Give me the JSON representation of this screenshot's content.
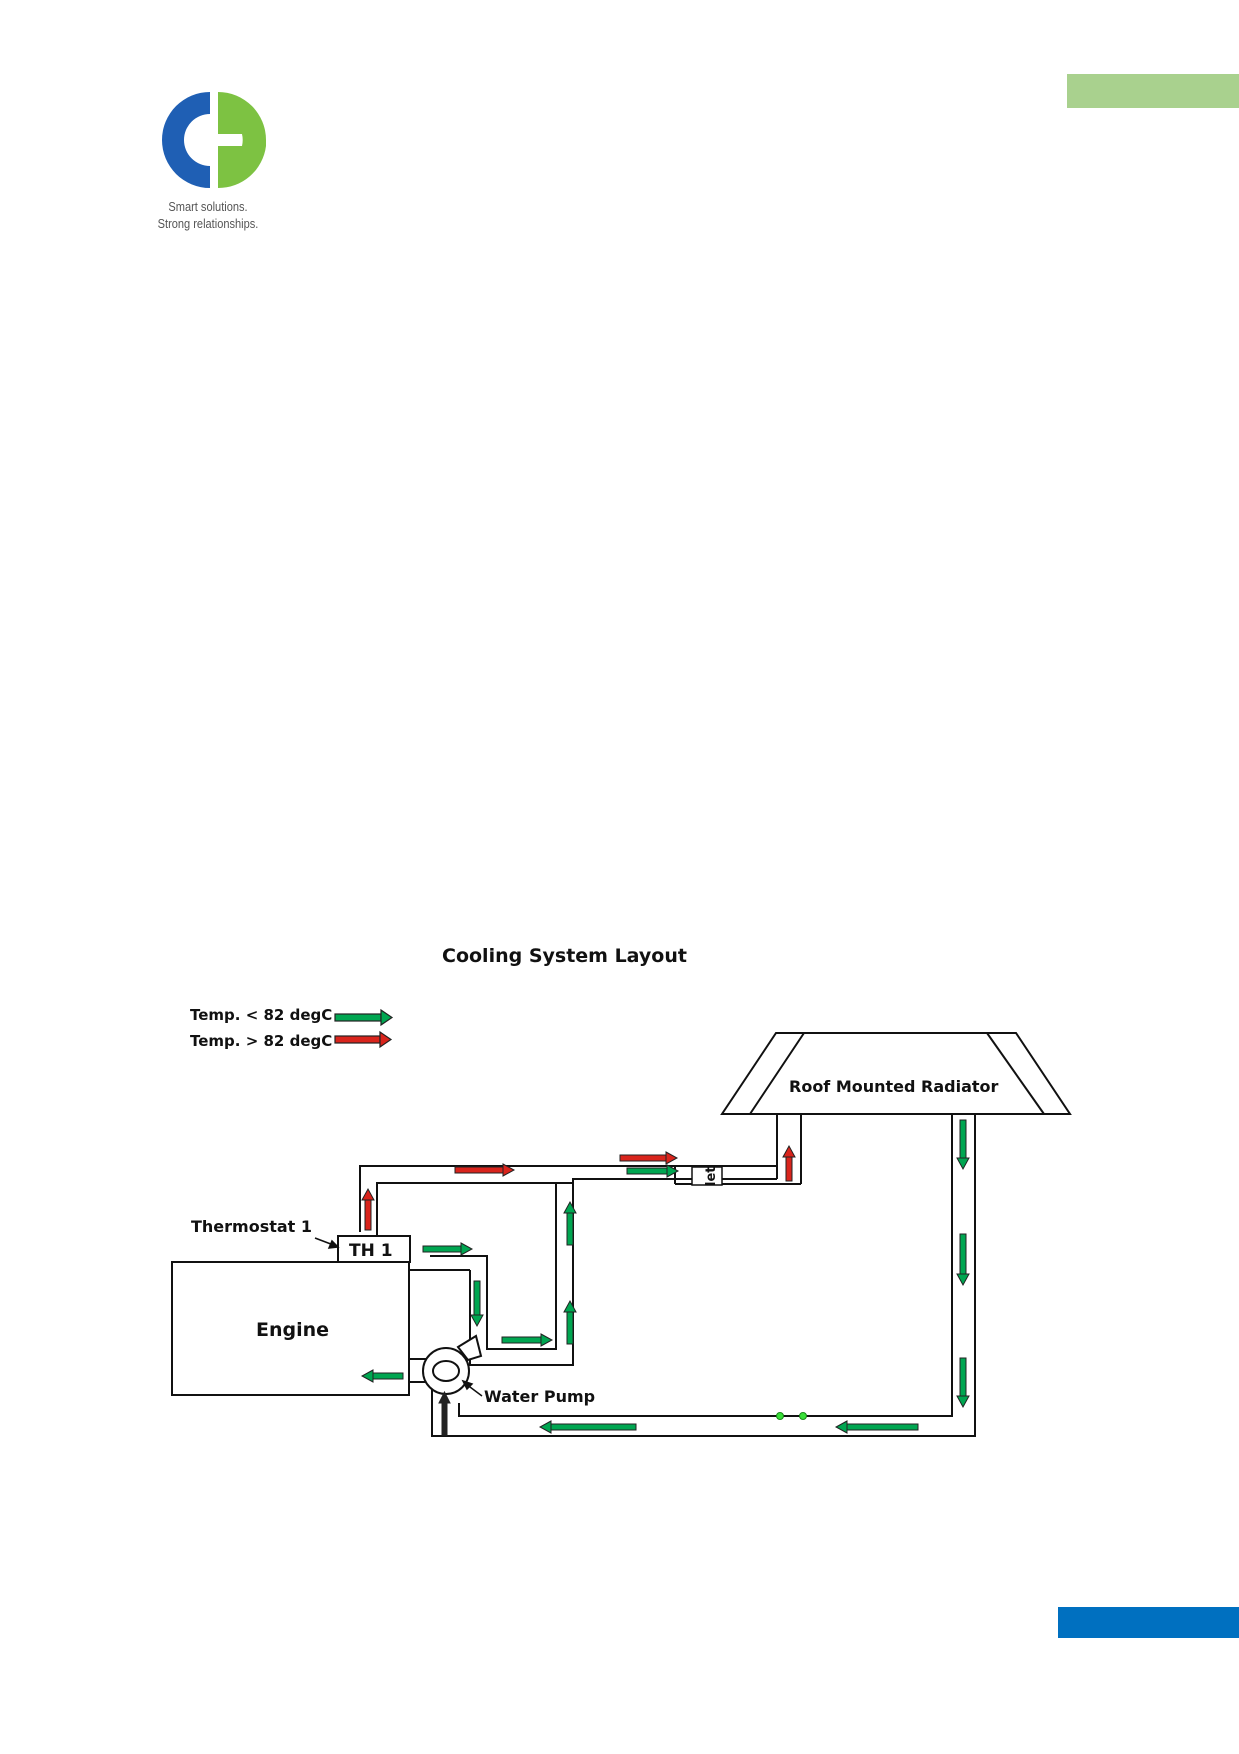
{
  "header": {
    "logo_tagline_1": "Smart solutions.",
    "logo_tagline_2": "Strong relationships."
  },
  "diagram": {
    "title": "Cooling System Layout",
    "legend": [
      {
        "label": "Temp. < 82 degC",
        "color": "#00a651"
      },
      {
        "label": "Temp. > 82 degC",
        "color": "#d9241c"
      }
    ],
    "radiator_label": "Roof Mounted Radiator",
    "inlet_label": "let",
    "thermostat_callout": "Thermostat 1",
    "thermostat_box": "TH 1",
    "engine_label": "Engine",
    "pump_label": "Water Pump"
  },
  "colors": {
    "accent_green": "#a9d18e",
    "accent_blue": "#0070c0",
    "logo_blue": "#1f5fb4",
    "logo_green": "#7dc242",
    "flow_cold": "#00a651",
    "flow_hot": "#d9241c"
  }
}
